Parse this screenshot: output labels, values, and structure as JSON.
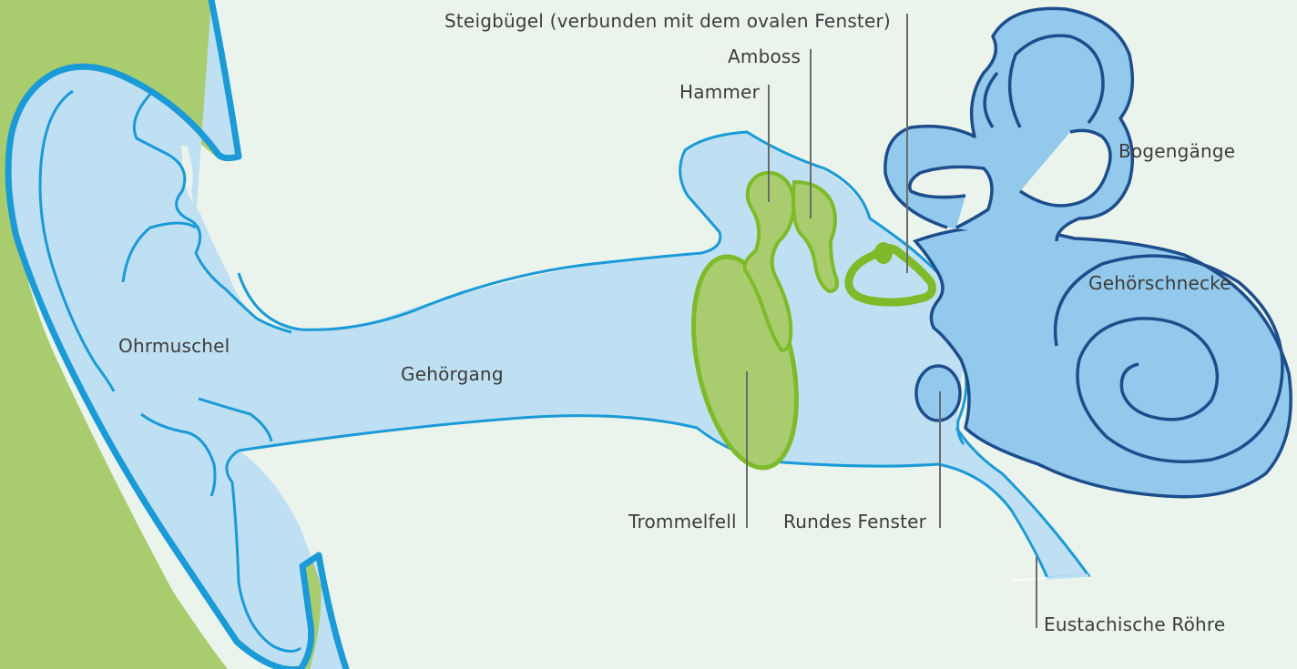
{
  "labels": {
    "ohrmuschel": "Ohrmuschel",
    "gehoergang": "Gehörgang",
    "hammer": "Hammer",
    "amboss": "Amboss",
    "steigbuegel": "Steigbügel (verbunden mit dem ovalen Fenster)",
    "trommelfell": "Trommelfell",
    "rundes_fenster": "Rundes Fenster",
    "eustachische_roehre": "Eustachische Röhre",
    "bogengaenge": "Bogengänge",
    "gehoerschnecke": "Gehörschnecke"
  },
  "colors": {
    "background": "#ebf4ec",
    "skin_green": "#a9cd6e",
    "canal_fill": "#bfe0f3",
    "canal_stroke": "#1a9ad6",
    "ossicle_fill": "#a9cd6e",
    "ossicle_stroke": "#7dbb2a",
    "inner_fill": "#93c9ec",
    "inner_stroke": "#1e4d8c",
    "leader": "#6b6b6b",
    "text": "#3c3c3c"
  }
}
